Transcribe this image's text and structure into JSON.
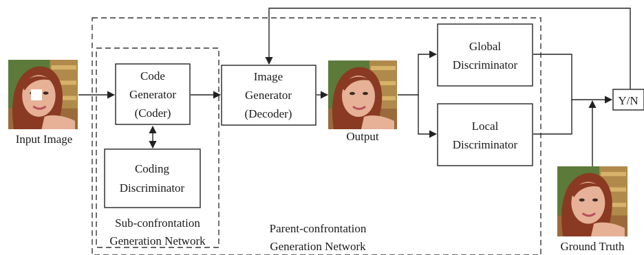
{
  "parent_network": {
    "label_line1": "Parent-confrontation",
    "label_line2": "Generation Network"
  },
  "sub_network": {
    "label_line1": "Sub-confrontation",
    "label_line2": "Generation Network"
  },
  "nodes": {
    "code_generator": {
      "line1": "Code",
      "line2": "Generator",
      "line3": "(Coder)"
    },
    "coding_discriminator": {
      "line1": "Coding",
      "line2": "Discriminator"
    },
    "image_generator": {
      "line1": "Image",
      "line2": "Generator",
      "line3": "(Decoder)"
    },
    "global_discriminator": {
      "line1": "Global",
      "line2": "Discriminator"
    },
    "local_discriminator": {
      "line1": "Local",
      "line2": "Discriminator"
    },
    "decision": {
      "label": "Y/N"
    }
  },
  "images": {
    "input": {
      "caption": "Input Image"
    },
    "output": {
      "caption": "Output"
    },
    "ground_truth": {
      "caption": "Ground Truth"
    }
  },
  "colors": {
    "skin": "#e6b196",
    "hair": "#8a3a22",
    "background_green": "#5c7a3a",
    "background_wood": "#b08a4a",
    "lips": "#b8505a",
    "mask": "#ffffff"
  }
}
